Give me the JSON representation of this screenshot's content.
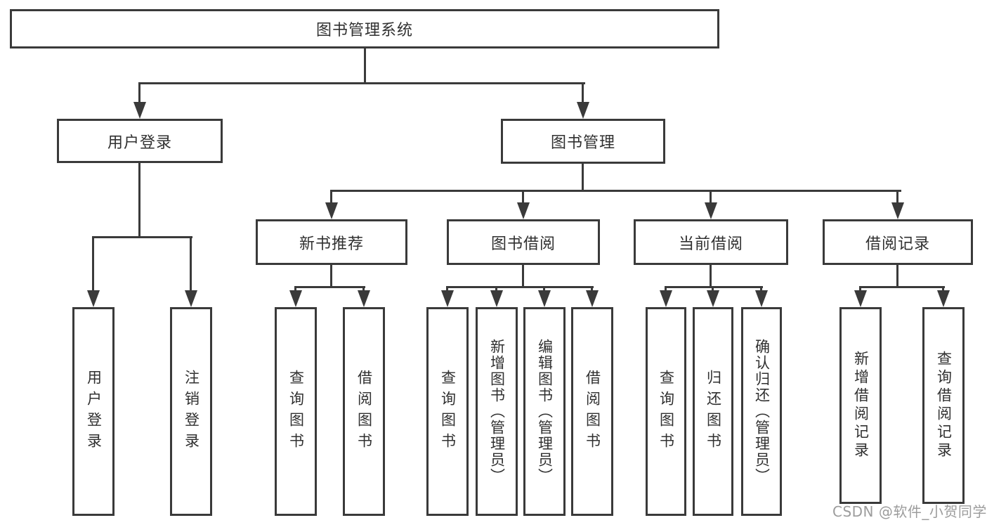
{
  "diagram": {
    "root": "图书管理系统",
    "level2": {
      "user_login": "用户登录",
      "book_mgmt": "图书管理"
    },
    "level3": {
      "new_book": "新书推荐",
      "borrow": "图书借阅",
      "current": "当前借阅",
      "record": "借阅记录"
    },
    "leaves": {
      "user_login": [
        "用户登录",
        "注销登录"
      ],
      "new_book": [
        "查询图书",
        "借阅图书"
      ],
      "borrow": [
        "查询图书",
        "新增图书（管理员）",
        "编辑图书（管理员）",
        "借阅图书"
      ],
      "current": [
        "查询图书",
        "归还图书",
        "确认归还（管理员）"
      ],
      "record": [
        "新增借阅记录",
        "查询借阅记录"
      ]
    }
  },
  "watermark": "CSDN @软件_小贺同学",
  "colors": {
    "line": "#3a3a3a",
    "text": "#303030",
    "watermark": "#9c9c9c",
    "background": "#ffffff"
  }
}
